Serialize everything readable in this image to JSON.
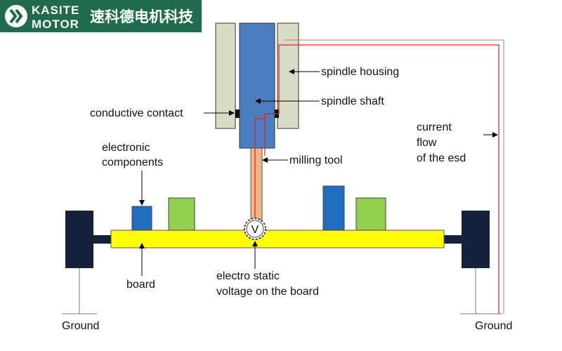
{
  "header": {
    "brand_line1": "KASITE",
    "brand_line2": "MOTOR",
    "brand_chinese": "速科德电机科技",
    "color": "#1f6b4b"
  },
  "labels": {
    "spindle_housing": "spindle housing",
    "spindle_shaft": "spindle shaft",
    "conductive_contact": "conductive contact",
    "milling_tool": "milling tool",
    "electronic_components_1": "electronic",
    "electronic_components_2": "components",
    "current_flow_1": "current",
    "current_flow_2": "flow",
    "current_flow_3": "of the esd",
    "board": "board",
    "esd_voltage_1": "electro static",
    "esd_voltage_2": "voltage on the board",
    "ground_left": "Ground",
    "ground_right": "Ground",
    "voltmeter_symbol": "V"
  },
  "colors": {
    "housing": "#d8dcc4",
    "shaft": "#4a7ec0",
    "tool": "#f2b58a",
    "board": "#ffff00",
    "component_blue": "#1f6cc0",
    "component_green": "#92d050",
    "clamp": "#14213a",
    "esd_path": "#e0201a"
  }
}
